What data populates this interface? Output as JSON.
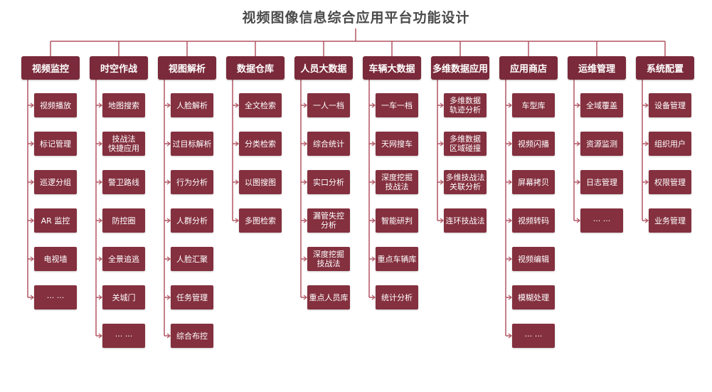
{
  "title": "视频图像信息综合应用平台功能设计",
  "colors": {
    "header": "#7a2a3a",
    "item": "#84303f",
    "line": "#b25563"
  },
  "columns": [
    {
      "name": "视频监控",
      "items": [
        "视频播放",
        "标记管理",
        "巡逻分组",
        "AR 监控",
        "电视墙",
        "··· ···"
      ]
    },
    {
      "name": "时空作战",
      "items": [
        "地图搜索",
        "技战法\n快捷应用",
        "警卫路线",
        "防控圈",
        "全景追逃",
        "关城门",
        "··· ···"
      ]
    },
    {
      "name": "视图解析",
      "items": [
        "人脸解析",
        "过目标解析",
        "行为分析",
        "人群分析",
        "人脸汇聚",
        "任务管理",
        "综合布控"
      ]
    },
    {
      "name": "数据仓库",
      "items": [
        "全文检索",
        "分类检索",
        "以图搜图",
        "多图检索"
      ]
    },
    {
      "name": "人员大数据",
      "items": [
        "一人一档",
        "综合统计",
        "实口分析",
        "漏管失控\n分析",
        "深度挖掘\n技战法",
        "重点人员库"
      ]
    },
    {
      "name": "车辆大数据",
      "items": [
        "一车一档",
        "天网搜车",
        "深度挖掘\n技战法",
        "智能研判",
        "重点车辆库",
        "统计分析"
      ]
    },
    {
      "name": "多维数据应用",
      "items": [
        "多维数据\n轨迹分析",
        "多维数据\n区域碰撞",
        "多维技战法\n关联分析",
        "连环技战法"
      ]
    },
    {
      "name": "应用商店",
      "items": [
        "车型库",
        "视频闪播",
        "屏幕拷贝",
        "视频转码",
        "视频编辑",
        "模糊处理",
        "··· ···"
      ]
    },
    {
      "name": "运维管理",
      "items": [
        "全域覆盖",
        "资源监测",
        "日志管理",
        "··· ···"
      ]
    },
    {
      "name": "系统配置",
      "items": [
        "设备管理",
        "组织用户",
        "权限管理",
        "业务管理"
      ]
    }
  ]
}
